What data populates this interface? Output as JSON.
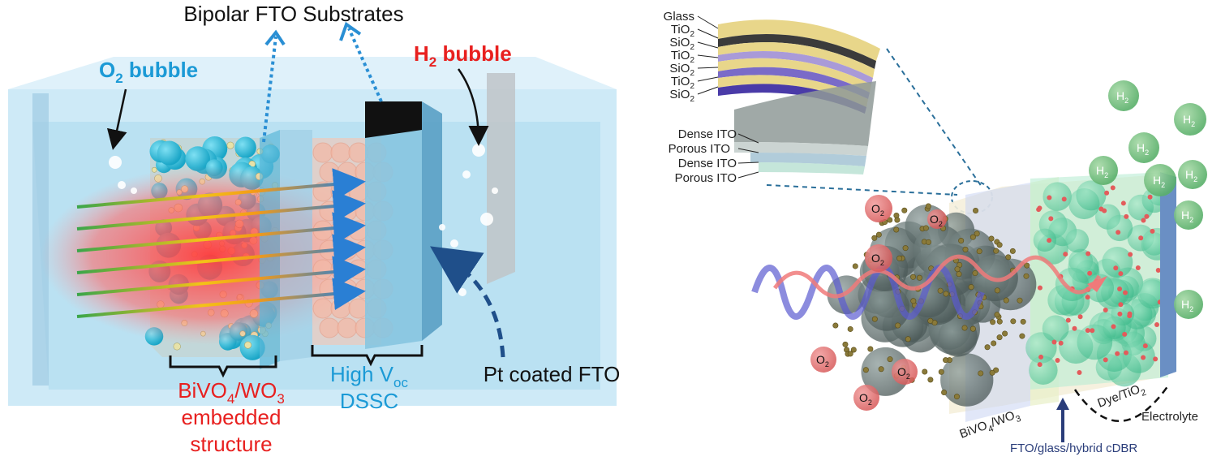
{
  "left_panel": {
    "title": "Bipolar FTO Substrates",
    "o2_label": "O",
    "o2_sub": "2",
    "o2_rest": " bubble",
    "h2_label": "H",
    "h2_sub": "2",
    "h2_rest": " bubble",
    "bivo4_line1_a": "BiVO",
    "bivo4_line1_sub1": "4",
    "bivo4_line1_b": "/WO",
    "bivo4_line1_sub2": "3",
    "bivo4_line2": "embedded",
    "bivo4_line3": "structure",
    "dssc_line1_a": "High V",
    "dssc_line1_sub": "oc",
    "dssc_line2": "DSSC",
    "pt_label": "Pt coated FTO"
  },
  "right_panel": {
    "stack_layers": [
      {
        "text": "Glass",
        "sub": ""
      },
      {
        "text": "TiO",
        "sub": "2"
      },
      {
        "text": "SiO",
        "sub": "2"
      },
      {
        "text": "TiO",
        "sub": "2"
      },
      {
        "text": "SiO",
        "sub": "2"
      },
      {
        "text": "TiO",
        "sub": "2"
      },
      {
        "text": "SiO",
        "sub": "2"
      }
    ],
    "ito_layers": [
      "Dense ITO",
      "Porous ITO",
      "Dense ITO",
      "Porous ITO"
    ],
    "o2_bubble_label": "O",
    "o2_bubble_sub": "2",
    "h2_bubble_label": "H",
    "h2_bubble_sub": "2",
    "bivo4_a": "BiVO",
    "bivo4_sub1": "4",
    "bivo4_b": "/WO",
    "bivo4_sub2": "3",
    "dye_a": "Dye/TiO",
    "dye_sub": "2",
    "electrolyte": "Electrolyte",
    "fto_label": "FTO/glass/hybrid cDBR"
  },
  "colors": {
    "o2_blue": "#1b9ad6",
    "h2_red": "#e8201f",
    "bivo4_red": "#e8201f",
    "dssc_blue": "#1b9ad6",
    "water": "#bfe3f5",
    "fto_label_navy": "#2a3d7a"
  }
}
